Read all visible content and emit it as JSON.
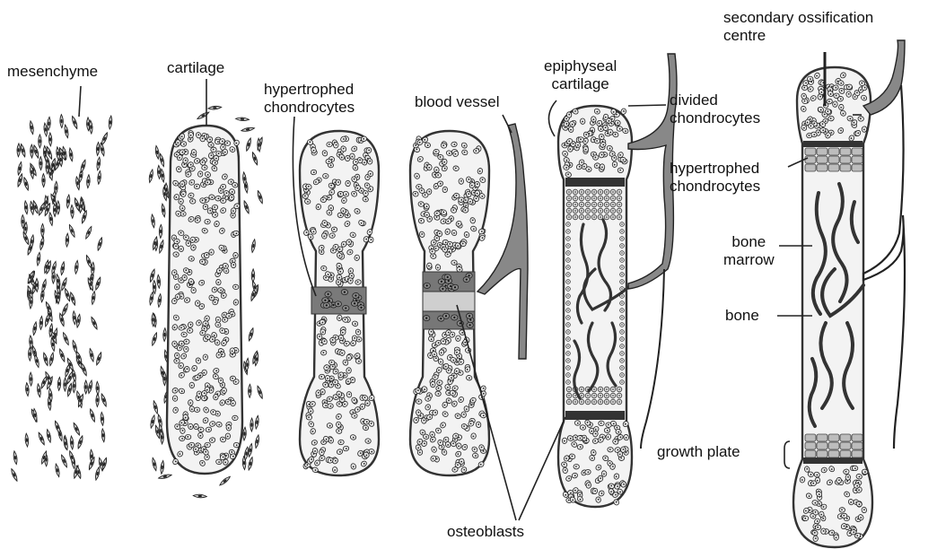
{
  "labels": {
    "mesenchyme": "mesenchyme",
    "cartilage": "cartilage",
    "hypertrophed_1": [
      "hypertrophed",
      "chondrocytes"
    ],
    "blood_vessel": "blood vessel",
    "epiphyseal": [
      "epiphyseal",
      "cartilage"
    ],
    "secondary": [
      "secondary ossification",
      "centre"
    ],
    "divided": [
      "divided",
      "chondrocytes"
    ],
    "hypertrophed_2": [
      "hypertrophed",
      "chondrocytes"
    ],
    "bone_marrow": [
      "bone",
      "marrow"
    ],
    "bone": "bone",
    "growth_plate": "growth plate",
    "osteoblasts": "osteoblasts"
  }
}
